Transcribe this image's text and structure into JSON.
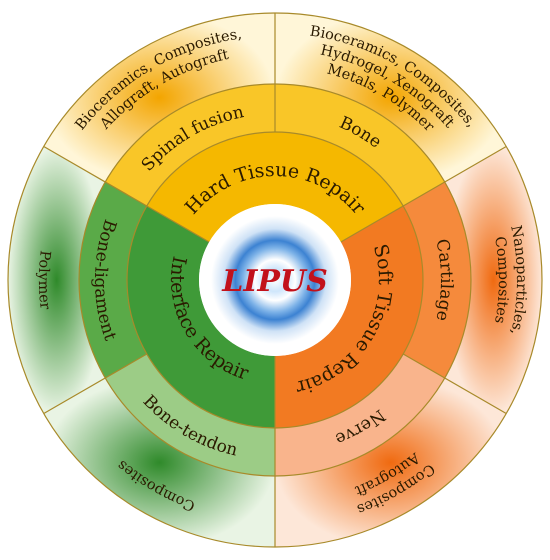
{
  "center": {
    "label": "LIPUS"
  },
  "inner_ring": [
    {
      "id": "hard",
      "label": "Hard Tissue Repair",
      "color": "#f5b800"
    },
    {
      "id": "soft",
      "label": "Soft Tissue Repair",
      "color": "#f27a22"
    },
    {
      "id": "interface",
      "label": "Interface Repair",
      "color": "#3f9a38"
    }
  ],
  "middle_ring": [
    {
      "id": "bone",
      "label": "Bone",
      "color": "#f9c628"
    },
    {
      "id": "spinal",
      "label": "Spinal fusion",
      "color": "#f9c628"
    },
    {
      "id": "cartilage",
      "label": "Cartilage",
      "color": "#f58a3c"
    },
    {
      "id": "nerve",
      "label": "Nerve",
      "color": "#f9b48c"
    },
    {
      "id": "bone_ligament",
      "label": "Bone-ligament",
      "color": "#5aaa48"
    },
    {
      "id": "bone_tendon",
      "label": "Bone-tendon",
      "color": "#9ccc86"
    }
  ],
  "outer_ring": [
    {
      "id": "bone_materials",
      "lines": [
        "Bioceramics, Composites,",
        "Hydrogel, Xenograft",
        "Metals, Polymer"
      ]
    },
    {
      "id": "spinal_materials",
      "lines": [
        "Bioceramics, Composites,",
        "Allograft, Autograft"
      ]
    },
    {
      "id": "cartilage_materials",
      "lines": [
        "Nanoparticles,",
        "Composites"
      ]
    },
    {
      "id": "nerve_materials",
      "lines": [
        "Composites",
        "Autograft"
      ]
    },
    {
      "id": "bone_ligament_materials",
      "lines": [
        "Polymer"
      ]
    },
    {
      "id": "bone_tendon_materials",
      "lines": [
        "Composites"
      ]
    }
  ],
  "colors": {
    "yellow": "#f5b800",
    "orange": "#f27a22",
    "green": "#3f9a38",
    "center_glow": "#4d8fd6",
    "center_text": "#c2111b",
    "divider": "#a88a2a"
  }
}
